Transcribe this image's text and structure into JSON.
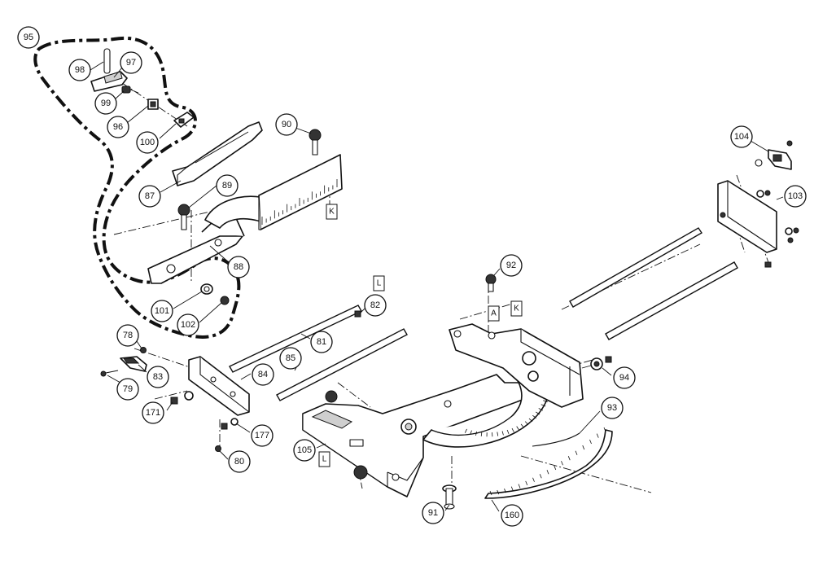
{
  "callouts": [
    {
      "id": "95",
      "label": "95"
    },
    {
      "id": "98",
      "label": "98"
    },
    {
      "id": "97",
      "label": "97"
    },
    {
      "id": "99",
      "label": "99"
    },
    {
      "id": "96",
      "label": "96"
    },
    {
      "id": "100",
      "label": "100"
    },
    {
      "id": "87",
      "label": "87"
    },
    {
      "id": "89",
      "label": "89"
    },
    {
      "id": "90",
      "label": "90"
    },
    {
      "id": "88",
      "label": "88"
    },
    {
      "id": "101",
      "label": "101"
    },
    {
      "id": "102",
      "label": "102"
    },
    {
      "id": "82",
      "label": "82"
    },
    {
      "id": "81",
      "label": "81"
    },
    {
      "id": "78",
      "label": "78"
    },
    {
      "id": "83",
      "label": "83"
    },
    {
      "id": "79",
      "label": "79"
    },
    {
      "id": "85",
      "label": "85"
    },
    {
      "id": "84",
      "label": "84"
    },
    {
      "id": "171",
      "label": "171"
    },
    {
      "id": "177",
      "label": "177"
    },
    {
      "id": "80",
      "label": "80"
    },
    {
      "id": "105",
      "label": "105"
    },
    {
      "id": "91",
      "label": "91"
    },
    {
      "id": "160",
      "label": "160"
    },
    {
      "id": "93",
      "label": "93"
    },
    {
      "id": "94",
      "label": "94"
    },
    {
      "id": "92",
      "label": "92"
    },
    {
      "id": "104",
      "label": "104"
    },
    {
      "id": "103",
      "label": "103"
    }
  ],
  "reference_tags": [
    {
      "id": "tag-k-fence",
      "label": "K"
    },
    {
      "id": "tag-l-rod",
      "label": "L"
    },
    {
      "id": "tag-a-base",
      "label": "A"
    },
    {
      "id": "tag-k-base",
      "label": "K"
    },
    {
      "id": "tag-l-base",
      "label": "L"
    }
  ]
}
